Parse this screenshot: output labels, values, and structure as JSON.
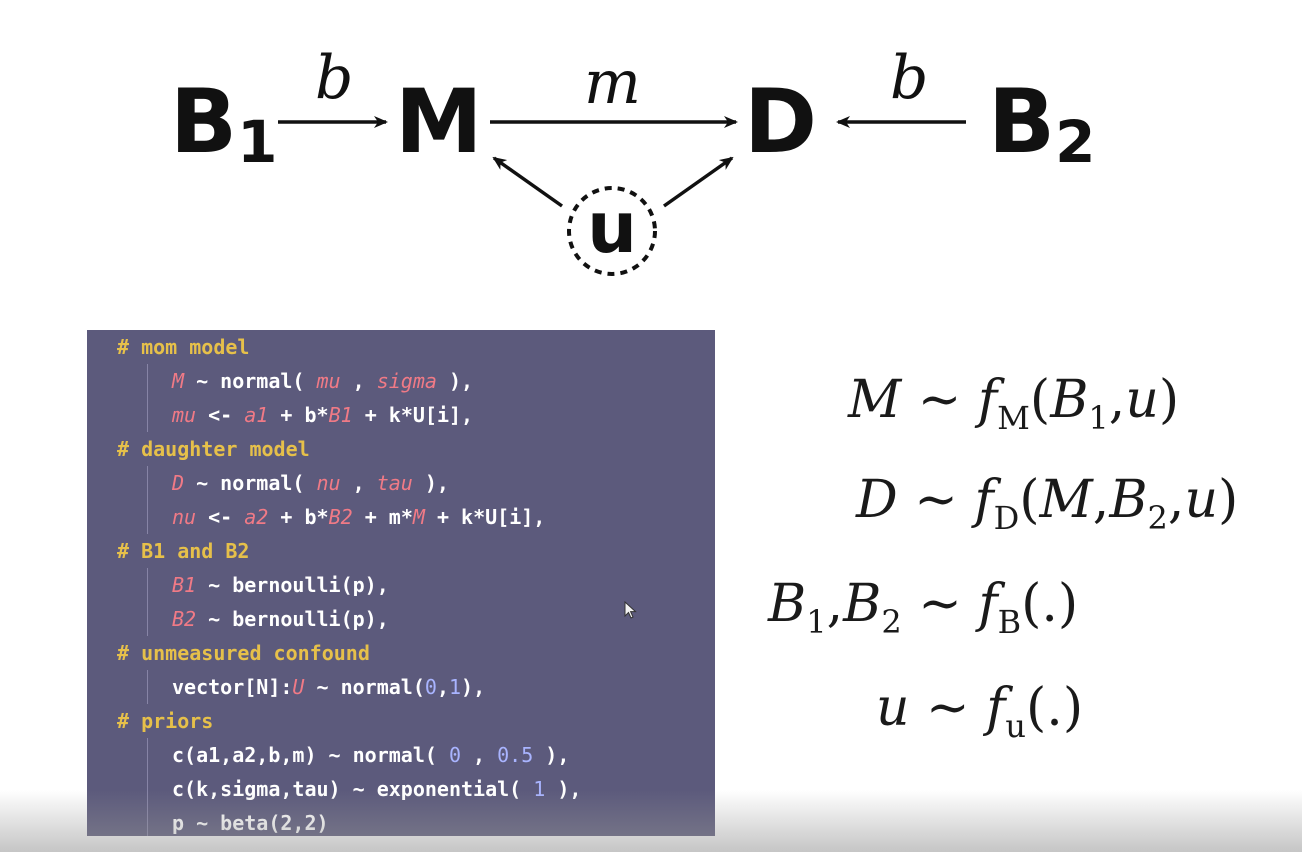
{
  "diagram": {
    "nodes": {
      "b1": {
        "label": "B",
        "sub": "1"
      },
      "m": {
        "label": "M"
      },
      "d": {
        "label": "D"
      },
      "b2": {
        "label": "B",
        "sub": "2"
      },
      "u": {
        "label": "u"
      }
    },
    "edges": {
      "b1_m": "b",
      "m_d": "m",
      "b2_d": "b"
    }
  },
  "code": {
    "lines": [
      {
        "type": "comment",
        "text": "# mom model"
      },
      {
        "type": "body",
        "parts": [
          {
            "c": "v",
            "t": "M"
          },
          {
            "t": " ~ normal( "
          },
          {
            "c": "v",
            "t": "mu"
          },
          {
            "t": " , "
          },
          {
            "c": "v",
            "t": "sigma"
          },
          {
            "t": " ),"
          }
        ]
      },
      {
        "type": "body",
        "parts": [
          {
            "c": "v",
            "t": "mu"
          },
          {
            "t": " <- "
          },
          {
            "c": "v",
            "t": "a1"
          },
          {
            "t": " + b*"
          },
          {
            "c": "v",
            "t": "B1"
          },
          {
            "t": " + k*U[i],"
          }
        ]
      },
      {
        "type": "comment",
        "text": "# daughter model"
      },
      {
        "type": "body",
        "parts": [
          {
            "c": "v",
            "t": "D"
          },
          {
            "t": " ~ normal( "
          },
          {
            "c": "v",
            "t": "nu"
          },
          {
            "t": " , "
          },
          {
            "c": "v",
            "t": "tau"
          },
          {
            "t": " ),"
          }
        ]
      },
      {
        "type": "body",
        "parts": [
          {
            "c": "v",
            "t": "nu"
          },
          {
            "t": " <- "
          },
          {
            "c": "v",
            "t": "a2"
          },
          {
            "t": " + b*"
          },
          {
            "c": "v",
            "t": "B2"
          },
          {
            "t": " + m*"
          },
          {
            "c": "v",
            "t": "M"
          },
          {
            "t": " + k*U[i],"
          }
        ]
      },
      {
        "type": "comment",
        "text": "# B1 and B2"
      },
      {
        "type": "body",
        "parts": [
          {
            "c": "v",
            "t": "B1"
          },
          {
            "t": " ~ bernoulli(p),"
          }
        ]
      },
      {
        "type": "body",
        "parts": [
          {
            "c": "v",
            "t": "B2"
          },
          {
            "t": " ~ bernoulli(p),"
          }
        ]
      },
      {
        "type": "comment",
        "text": "# unmeasured confound"
      },
      {
        "type": "body",
        "parts": [
          {
            "t": "vector[N]:"
          },
          {
            "c": "v",
            "t": "U"
          },
          {
            "t": " ~ normal("
          },
          {
            "c": "n",
            "t": "0"
          },
          {
            "t": ","
          },
          {
            "c": "n",
            "t": "1"
          },
          {
            "t": "),"
          }
        ]
      },
      {
        "type": "comment",
        "text": "# priors"
      },
      {
        "type": "body",
        "parts": [
          {
            "t": "c(a1,a2,b,m) ~ normal( "
          },
          {
            "c": "n",
            "t": "0"
          },
          {
            "t": " , "
          },
          {
            "c": "n",
            "t": "0.5"
          },
          {
            "t": " ),"
          }
        ]
      },
      {
        "type": "body",
        "parts": [
          {
            "t": "c(k,sigma,tau) ~ exponential( "
          },
          {
            "c": "n",
            "t": "1"
          },
          {
            "t": " ),"
          }
        ]
      },
      {
        "type": "body",
        "parts": [
          {
            "t": "p ~ beta(2,2)"
          }
        ]
      }
    ]
  },
  "equations": [
    {
      "parts": [
        {
          "c": "i",
          "t": "M"
        },
        {
          "t": " ~ "
        },
        {
          "c": "i",
          "t": "f"
        },
        {
          "c": "sub",
          "t": "M"
        },
        {
          "t": "("
        },
        {
          "c": "i",
          "t": "B"
        },
        {
          "c": "sub",
          "t": "1"
        },
        {
          "t": ","
        },
        {
          "c": "i",
          "t": "u"
        },
        {
          "t": ")"
        }
      ]
    },
    {
      "parts": [
        {
          "c": "i",
          "t": "D"
        },
        {
          "t": " ~ "
        },
        {
          "c": "i",
          "t": "f"
        },
        {
          "c": "sub",
          "t": "D"
        },
        {
          "t": "("
        },
        {
          "c": "i",
          "t": "M"
        },
        {
          "t": ","
        },
        {
          "c": "i",
          "t": "B"
        },
        {
          "c": "sub",
          "t": "2"
        },
        {
          "t": ","
        },
        {
          "c": "i",
          "t": "u"
        },
        {
          "t": ")"
        }
      ]
    },
    {
      "parts": [
        {
          "c": "i",
          "t": "B"
        },
        {
          "c": "sub",
          "t": "1"
        },
        {
          "t": ","
        },
        {
          "c": "i",
          "t": "B"
        },
        {
          "c": "sub",
          "t": "2"
        },
        {
          "t": " ~ "
        },
        {
          "c": "i",
          "t": "f"
        },
        {
          "c": "sub",
          "t": "B"
        },
        {
          "t": "(.)"
        }
      ]
    },
    {
      "parts": [
        {
          "c": "i",
          "t": "u"
        },
        {
          "t": " ~ "
        },
        {
          "c": "i",
          "t": "f"
        },
        {
          "c": "sub",
          "t": "u"
        },
        {
          "t": "(.)"
        }
      ]
    }
  ],
  "colors": {
    "code_background": "#5c5a7c",
    "comment": "#e6c04a",
    "variable": "#f07a86",
    "number": "#a9b4ff"
  }
}
